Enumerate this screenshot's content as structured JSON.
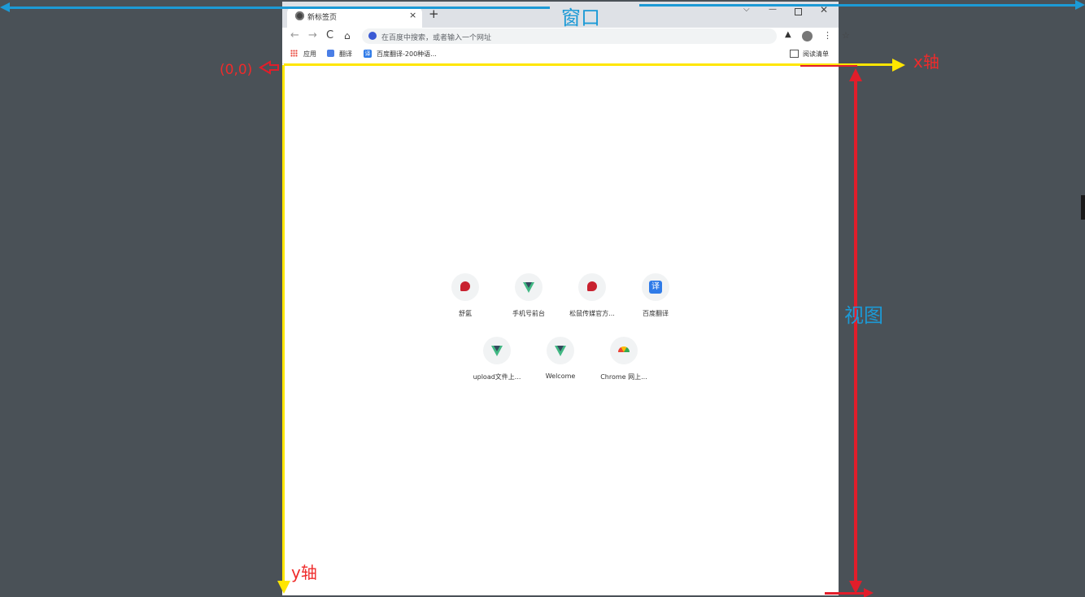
{
  "browser": {
    "tab": {
      "title": "新标签页",
      "close": "×"
    },
    "new_tab": "+",
    "window_controls": {
      "search": "⌵",
      "minimize": "—",
      "close": "✕"
    },
    "toolbar": {
      "back": "←",
      "forward": "→",
      "reload": "C",
      "home": "⌂",
      "omnibox_placeholder": "在百度中搜索，或者输入一个网址",
      "star": "☆",
      "extension": "▲",
      "menu": "⋮"
    },
    "bookmarks": {
      "apps": "应用",
      "fanyi": "翻译",
      "baidu_translate_icon": "译",
      "baidu_translate": "百度翻译-200种语...",
      "reading_list": "阅读清单"
    },
    "shortcuts": [
      {
        "label": "舒氲",
        "icon": "red-app-icon"
      },
      {
        "label": "手机号前台",
        "icon": "vue-icon"
      },
      {
        "label": "松鼠传媒官方...",
        "icon": "red-app-icon"
      },
      {
        "label": "百度翻译",
        "icon": "baidu-translate-icon",
        "glyph": "译"
      },
      {
        "label": "upload文件上...",
        "icon": "vue-icon"
      },
      {
        "label": "Welcome",
        "icon": "vue-icon"
      },
      {
        "label": "Chrome 网上...",
        "icon": "chrome-store-icon"
      }
    ]
  },
  "annotations": {
    "window_label": "窗口",
    "view_label": "视图",
    "x_axis_label": "x轴",
    "y_axis_label": "y轴",
    "origin_label": "(0,0)",
    "colors": {
      "window": "#1c9ad6",
      "axes": "#ffe600",
      "view": "#e21d2a",
      "text_red": "#ef2b2b"
    }
  }
}
